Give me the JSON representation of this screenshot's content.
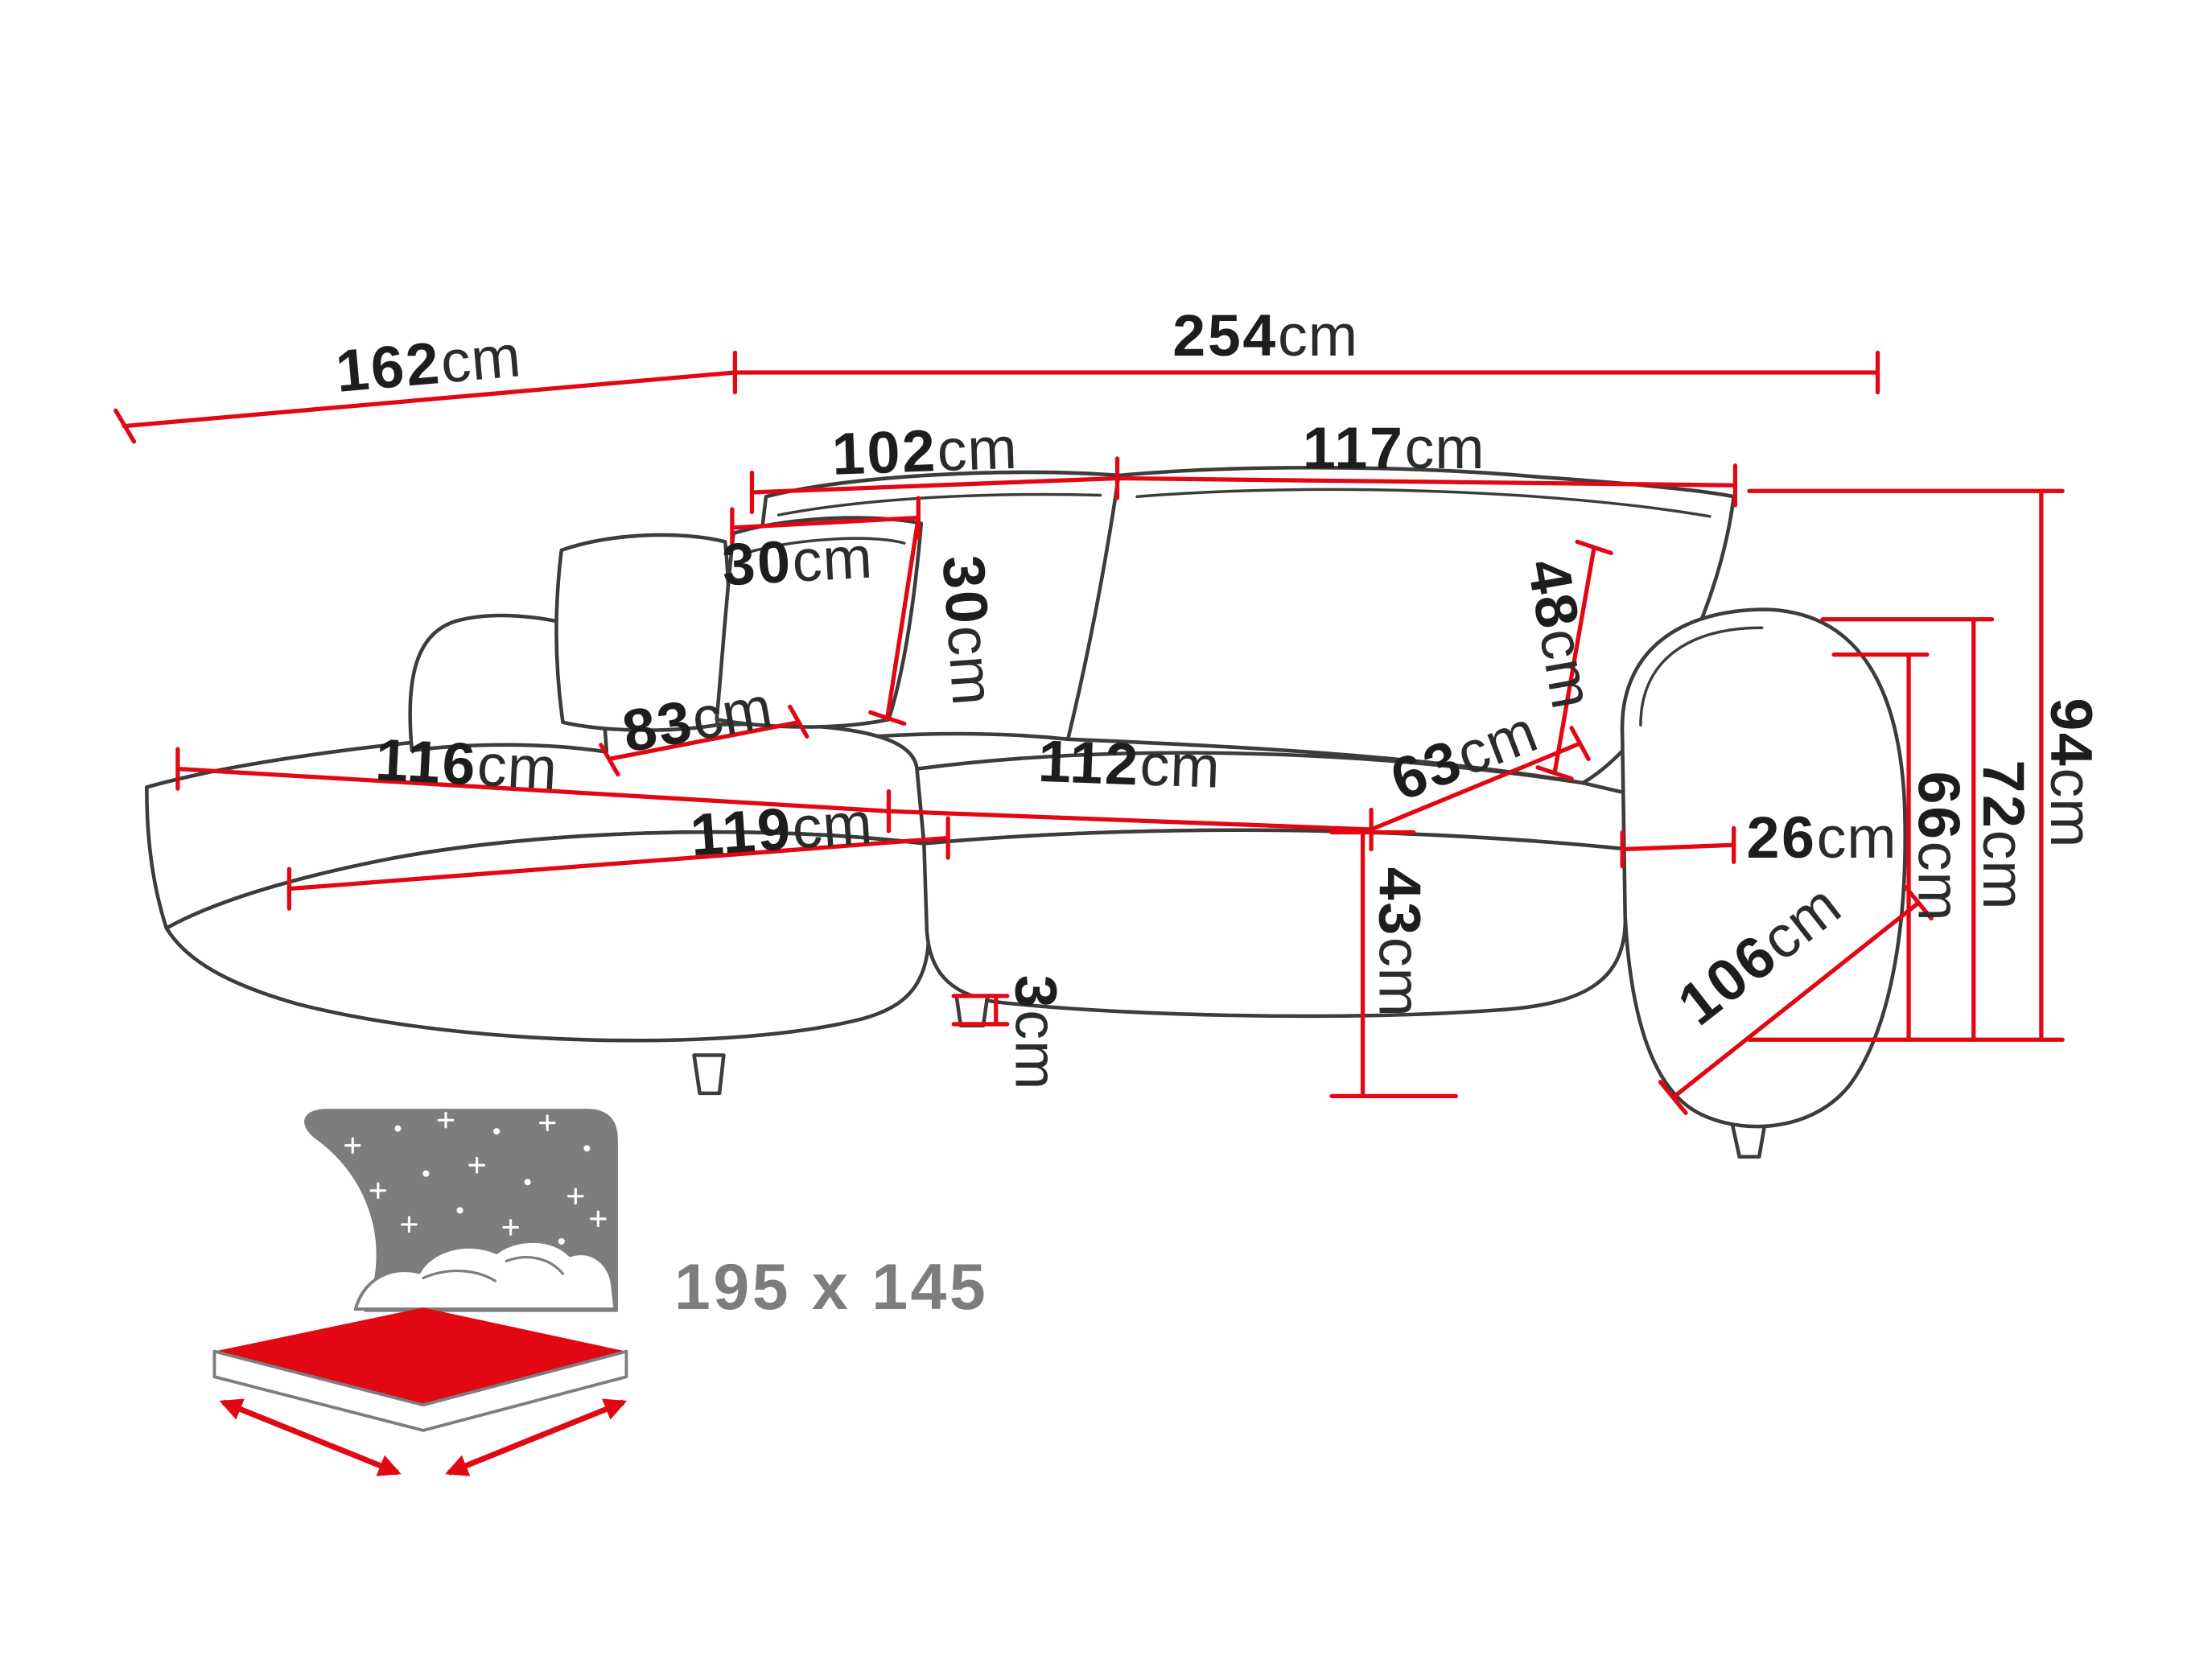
{
  "colors": {
    "dimension_red": "#e30613",
    "outline_dark": "#3c3c3b",
    "label_black": "#1d1d1b",
    "icon_gray": "#7d7d7d",
    "background": "#ffffff"
  },
  "icons": {
    "sleeping_function": "bed-with-stars-icon"
  },
  "dimensions": {
    "total_depth": {
      "num": "162",
      "unit": "cm"
    },
    "total_width": {
      "num": "254",
      "unit": "cm"
    },
    "backrest_left_width": {
      "num": "102",
      "unit": "cm"
    },
    "backrest_right_width": {
      "num": "117",
      "unit": "cm"
    },
    "pillow_width": {
      "num": "30",
      "unit": "cm"
    },
    "pillow_height": {
      "num": "30",
      "unit": "cm"
    },
    "backrest_height": {
      "num": "48",
      "unit": "cm"
    },
    "chaise_cushion_depth": {
      "num": "83",
      "unit": "cm"
    },
    "chaise_seat_width": {
      "num": "116",
      "unit": "cm"
    },
    "chaise_length": {
      "num": "119",
      "unit": "cm"
    },
    "seat_width": {
      "num": "112",
      "unit": "cm"
    },
    "seat_depth": {
      "num": "63",
      "unit": "cm"
    },
    "armrest_width": {
      "num": "26",
      "unit": "cm"
    },
    "seat_height": {
      "num": "43",
      "unit": "cm"
    },
    "leg_height": {
      "num": "3",
      "unit": "cm"
    },
    "armrest_depth": {
      "num": "106",
      "unit": "cm"
    },
    "armrest_height_front": {
      "num": "66",
      "unit": "cm"
    },
    "armrest_height_back": {
      "num": "72",
      "unit": "cm"
    },
    "total_height": {
      "num": "94",
      "unit": "cm"
    }
  },
  "sleeping_area": {
    "label": "195 x 145"
  }
}
